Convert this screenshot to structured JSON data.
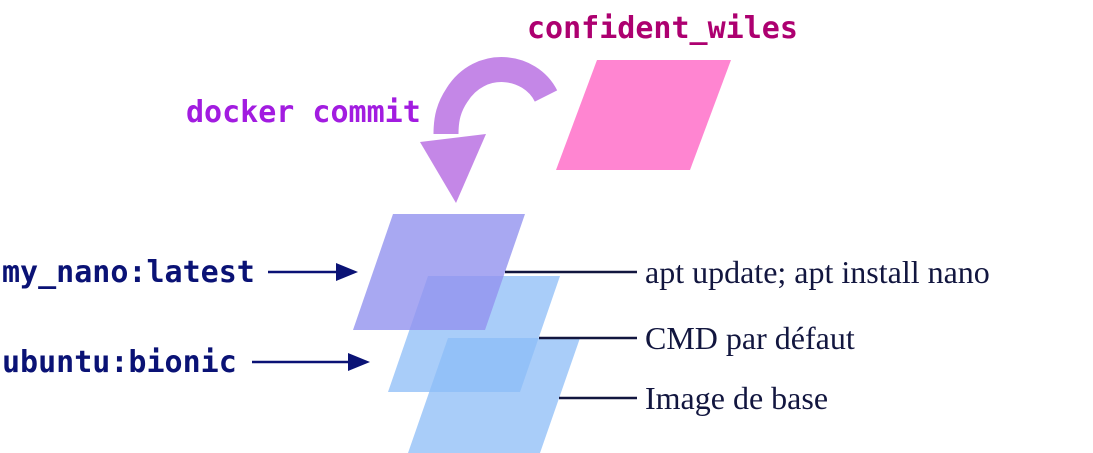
{
  "diagram": {
    "container": {
      "name": "confident_wiles"
    },
    "commit": {
      "label": "docker commit"
    },
    "tags": {
      "my_nano": "my_nano:latest",
      "ubuntu": "ubuntu:bionic"
    },
    "annotations": {
      "nano_layer": "apt update; apt install nano",
      "cmd_layer": "CMD par défaut",
      "base_layer": "Image de base"
    },
    "colors": {
      "background": "#ffffff",
      "container_fill": "#ff85d1",
      "container_text": "#ad0070",
      "commit_arrow": "#c487e7",
      "commit_text": "#a21ce0",
      "lavender_layer": "#9292ef",
      "blue_layer": "#8cbcf7",
      "tag_text": "#0a1275",
      "annotation_text": "#12163f"
    }
  }
}
